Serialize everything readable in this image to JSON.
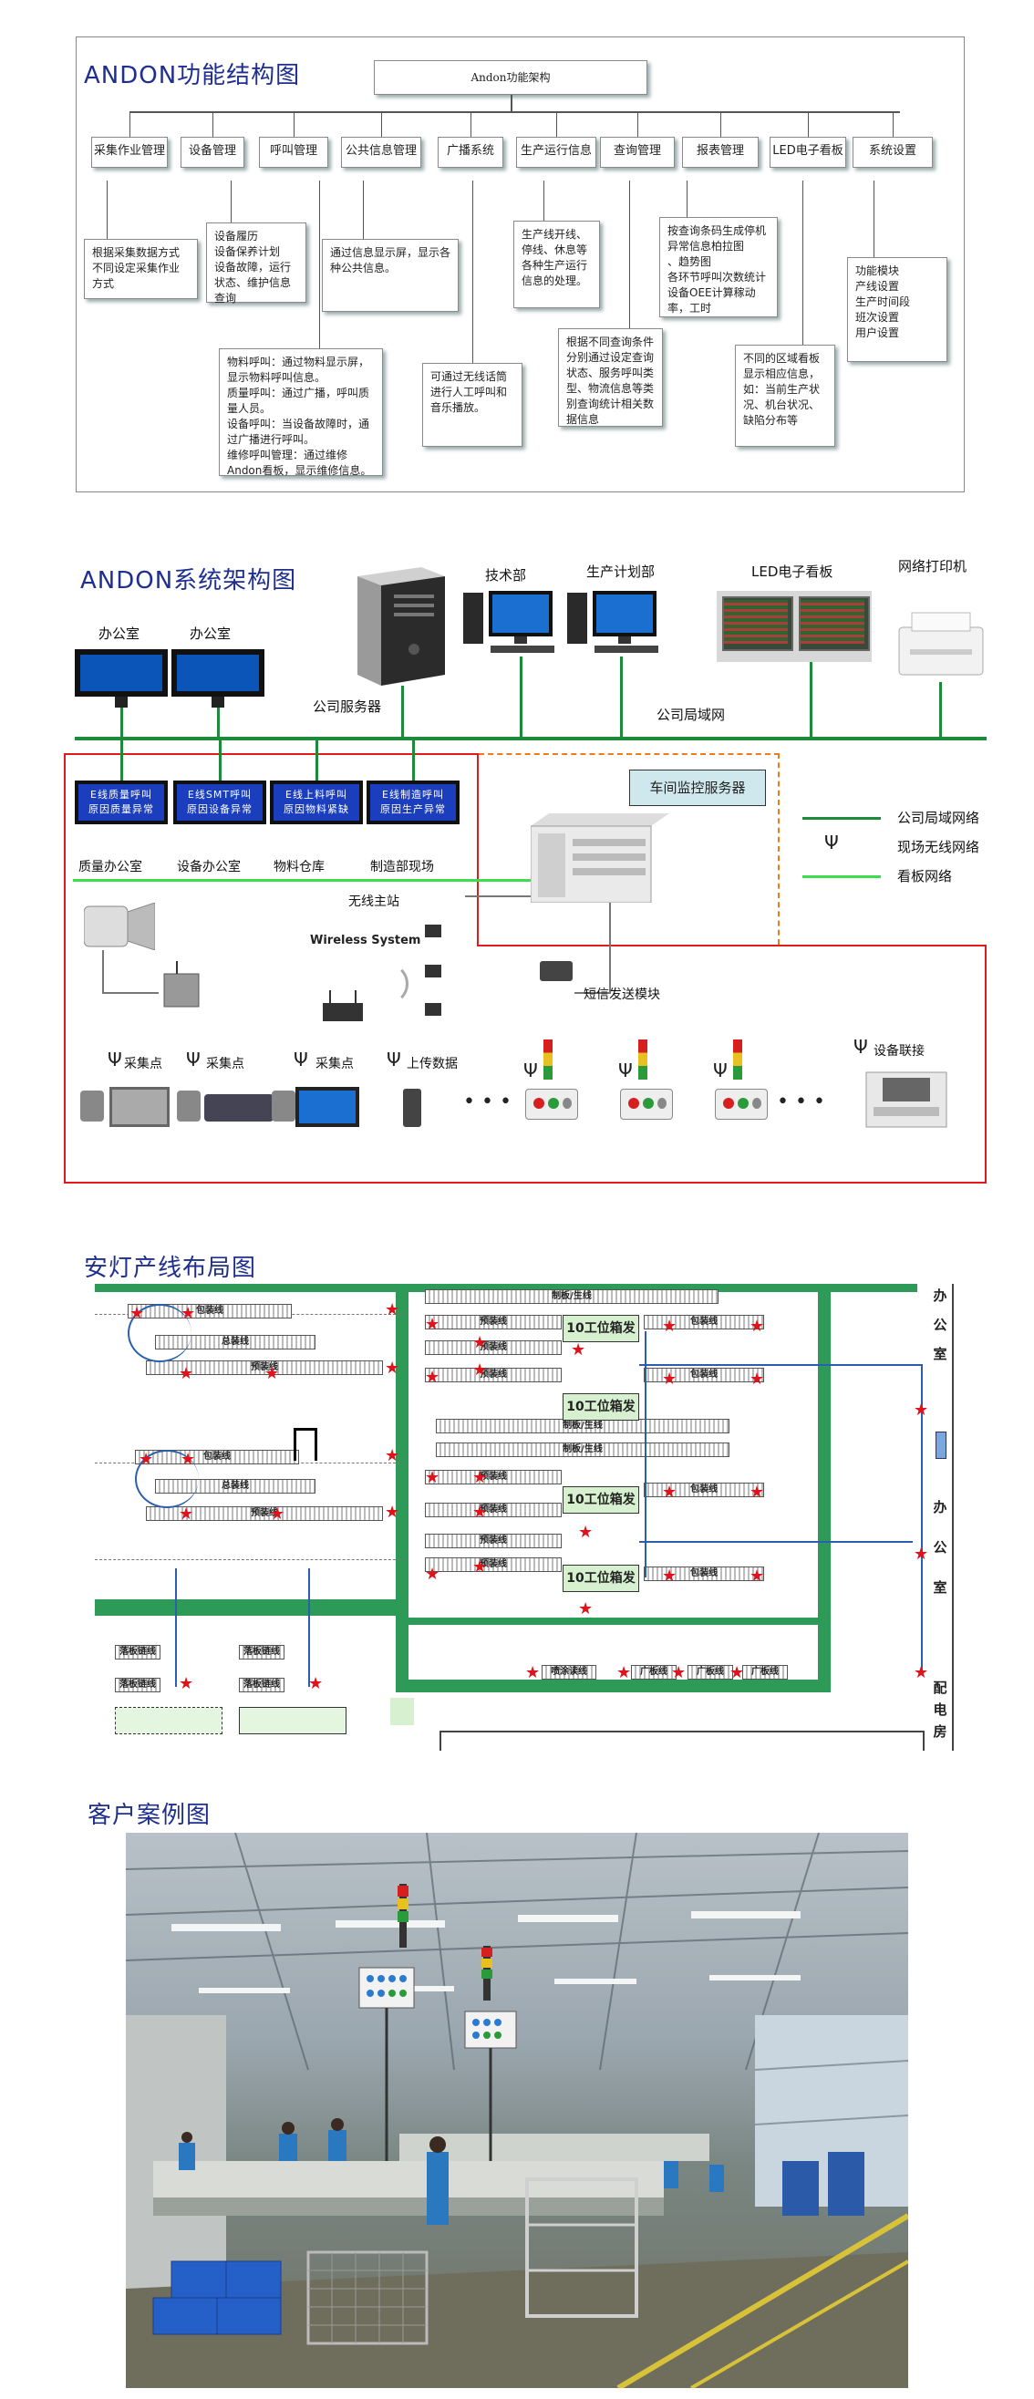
{
  "section1": {
    "title": "ANDON功能结构图",
    "root": "Andon功能架构",
    "nodes": [
      "采集作业管理",
      "设备管理",
      "呼叫管理",
      "公共信息管理",
      "广播系统",
      "生产运行信息",
      "查询管理",
      "报表管理",
      "LED电子看板",
      "系统设置"
    ],
    "leaves": {
      "caiji": "根据采集数据方式不同设定采集作业方式",
      "shebei": "设备履历\n设备保养计划\n设备故障，运行状态、维护信息查询",
      "gonggong": "通过信息显示屏，显示各种公共信息。",
      "shengchan": "生产线开线、停线、休息等各种生产运行信息的处理。",
      "baobiao": "按查询条码生成停机异常信息柏拉图\n、趋势图\n各环节呼叫次数统计\n设备OEE计算稼动率，工时",
      "xitong": "功能模块\n产线设置\n生产时间段\n班次设置\n用户设置",
      "huijiao": "物料呼叫：通过物料显示屏，显示物料呼叫信息。\n质量呼叫：通过广播，呼叫质量人员。\n设备呼叫：当设备故障时，通过广播进行呼叫。\n维修呼叫管理：通过维修Andon看板，显示维修信息。",
      "chaxun": "根据不同查询条件分别通过设定查询状态、服务呼叫类型、物流信息等类别查询统计相关数据信息",
      "guangbo": "可通过无线话筒进行人工呼叫和音乐播放。",
      "led": "不同的区域看板显示相应信息，如：当前生产状况、机台状况、缺陷分布等"
    }
  },
  "section2": {
    "title": "ANDON系统架构图",
    "office1": "办公室",
    "office2": "办公室",
    "server": "公司服务器",
    "tech": "技术部",
    "plan": "生产计划部",
    "led": "LED电子看板",
    "printer": "网络打印机",
    "lan": "公司局域网",
    "workshop_server": "车间监控服务器",
    "boards": [
      {
        "line1": "E线质量呼叫",
        "line2": "原因质量异常",
        "label": "质量办公室"
      },
      {
        "line1": "E线SMT呼叫",
        "line2": "原因设备异常",
        "label": "设备办公室"
      },
      {
        "line1": "E线上料呼叫",
        "line2": "原因物料紧缺",
        "label": "物料仓库"
      },
      {
        "line1": "E线制造呼叫",
        "line2": "原因生产异常",
        "label": "制造部现场"
      }
    ],
    "wireless_station": "无线主站",
    "wireless_system": "Wireless System",
    "sms": "短信发送模块",
    "collect": [
      "采集点",
      "采集点",
      "采集点"
    ],
    "upload": "上传数据",
    "device_link": "设备联接",
    "dots": "• • •",
    "legend": [
      "公司局域网络",
      "现场无线网络",
      "看板网络"
    ],
    "colors": {
      "lan": "#1d8b3a",
      "board": "#3ddc4a",
      "red_frame": "#e21a1a",
      "dash": "#f07a1a"
    }
  },
  "section3": {
    "title": "安灯产线布局图",
    "station": "10工位箱发",
    "office": [
      "办",
      "公",
      "室"
    ],
    "distribution": [
      "配",
      "电",
      "房"
    ],
    "labels": {
      "baozhuang": "包装线",
      "zongzhuang": "总装线",
      "yuzhuang": "预装线",
      "zhiban": "制板/生线",
      "pensu": "喷涂读线",
      "guangban": "广板线",
      "tuoluo": "落板链线"
    }
  },
  "section4": {
    "title": "客户案例图"
  }
}
